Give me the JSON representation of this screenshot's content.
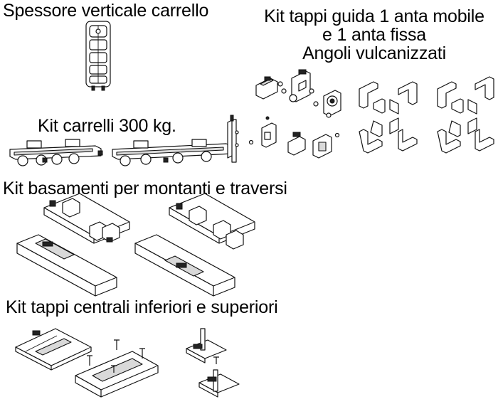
{
  "labels": {
    "spessore": "Spessore verticale carrello",
    "kit_tappi_guida_line1": "Kit tappi guida 1 anta mobile",
    "kit_tappi_guida_line2": "e 1 anta fissa",
    "angoli": "Angoli vulcanizzati",
    "kit_carrelli": "Kit carrelli 300 kg.",
    "kit_basamenti": "Kit basamenti per montanti e traversi",
    "kit_tappi_centrali": "Kit tappi centrali inferiori e superiori"
  }
}
